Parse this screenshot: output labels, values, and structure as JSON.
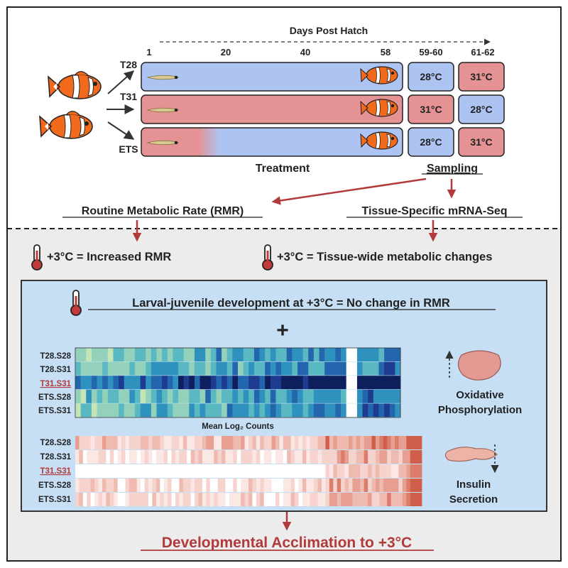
{
  "axis": {
    "title": "Days Post Hatch",
    "ticks": [
      "1",
      "20",
      "40",
      "58"
    ],
    "sampling_ticks": [
      "59-60",
      "61-62"
    ]
  },
  "groups": [
    {
      "label": "T28",
      "sample1": "28°C",
      "sample2": "31°C"
    },
    {
      "label": "T31",
      "sample1": "31°C",
      "sample2": "28°C"
    },
    {
      "label": "ETS",
      "sample1": "28°C",
      "sample2": "31°C"
    }
  ],
  "labels": {
    "treatment": "Treatment",
    "sampling": "Sampling",
    "rmr": "Routine Metabolic Rate (RMR)",
    "mrna": "Tissue-Specific mRNA-Seq",
    "finding_rmr": "+3°C = Increased RMR",
    "finding_tissue": "+3°C = Tissue-wide metabolic changes",
    "panel_title": "Larval-juvenile development at +3°C = No change in RMR",
    "plus": "+",
    "heatmap_label": "Mean Log₂ Counts",
    "oxphos_line1": "Oxidative",
    "oxphos_line2": "Phosphorylation",
    "insulin_line1": "Insulin",
    "insulin_line2": "Secretion",
    "conclusion": "Developmental Acclimation to +3°C"
  },
  "heatmap_rows": [
    "T28.S28",
    "T28.S31",
    "T31.S31",
    "ETS.S28",
    "ETS.S31"
  ],
  "highlight_row": "T31.S31",
  "colors": {
    "blue_bar": "#adc4f2",
    "red_bar": "#e49294",
    "accent_red": "#b23a3a",
    "panel_blue": "#c6dff5",
    "lower_bg": "#ececec",
    "fish_orange": "#f26a1b"
  }
}
